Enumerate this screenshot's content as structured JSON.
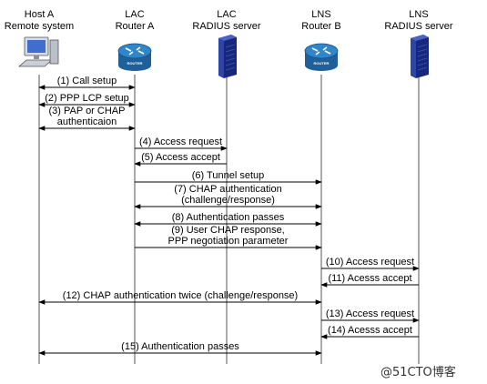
{
  "participants": [
    {
      "id": "hostA",
      "line1": "Host A",
      "line2": "Remote system",
      "icon": "computer-icon"
    },
    {
      "id": "lac",
      "line1": "LAC",
      "line2": "Router A",
      "icon": "router-icon"
    },
    {
      "id": "lacRadius",
      "line1": "LAC",
      "line2": "RADIUS server",
      "icon": "server-icon"
    },
    {
      "id": "lns",
      "line1": "LNS",
      "line2": "Router B",
      "icon": "router-icon"
    },
    {
      "id": "lnsRadius",
      "line1": "LNS",
      "line2": "RADIUS server",
      "icon": "server-icon"
    }
  ],
  "router_label": "ROUTER",
  "messages": [
    {
      "from": "hostA",
      "to": "lac",
      "bidir": true,
      "lines": [
        "(1) Call setup"
      ]
    },
    {
      "from": "hostA",
      "to": "lac",
      "bidir": true,
      "lines": [
        "(2) PPP LCP setup"
      ]
    },
    {
      "from": "hostA",
      "to": "lac",
      "bidir": true,
      "lines": [
        "(3) PAP or CHAP",
        "authenticaion"
      ]
    },
    {
      "from": "lac",
      "to": "lacRadius",
      "bidir": false,
      "lines": [
        "(4) Access request"
      ]
    },
    {
      "from": "lacRadius",
      "to": "lac",
      "bidir": false,
      "lines": [
        "(5) Access accept"
      ]
    },
    {
      "from": "lac",
      "to": "lns",
      "bidir": false,
      "lines": [
        "(6) Tunnel setup"
      ]
    },
    {
      "from": "lac",
      "to": "lns",
      "bidir": true,
      "lines": [
        "(7) CHAP authentication",
        "(challenge/response)"
      ]
    },
    {
      "from": "lac",
      "to": "lns",
      "bidir": true,
      "lines": [
        "(8) Authentication passes"
      ]
    },
    {
      "from": "lac",
      "to": "lns",
      "bidir": false,
      "lines": [
        "(9) User CHAP response,",
        "PPP negotiation parameter"
      ]
    },
    {
      "from": "lns",
      "to": "lnsRadius",
      "bidir": false,
      "lines": [
        "(10) Access request"
      ]
    },
    {
      "from": "lnsRadius",
      "to": "lns",
      "bidir": false,
      "lines": [
        "(11) Acesss accept"
      ]
    },
    {
      "from": "hostA",
      "to": "lns",
      "bidir": true,
      "lines": [
        "(12) CHAP authentication twice (challenge/response)"
      ]
    },
    {
      "from": "lns",
      "to": "lnsRadius",
      "bidir": false,
      "lines": [
        "(13) Access request"
      ]
    },
    {
      "from": "lnsRadius",
      "to": "lns",
      "bidir": false,
      "lines": [
        "(14) Acesss accept"
      ]
    },
    {
      "from": "hostA",
      "to": "lns",
      "bidir": true,
      "lines": [
        "(15) Authentication passes"
      ]
    }
  ],
  "watermark": "@51CTO博客",
  "colors": {
    "router": "#2f86c8",
    "server": "#2b46a8",
    "computer": "#3f6ed0"
  }
}
